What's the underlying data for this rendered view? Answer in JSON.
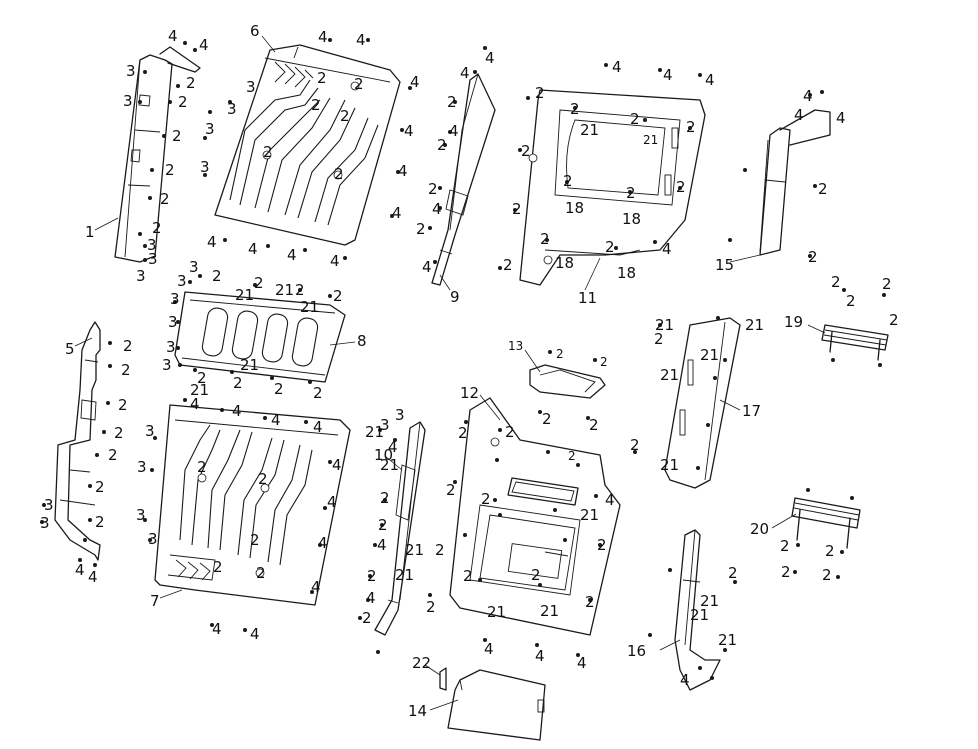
{
  "diagram": {
    "type": "exploded-parts-diagram",
    "line_color": "#1a1a1a",
    "background": "#ffffff",
    "part_numbers": [
      "1",
      "2",
      "3",
      "4",
      "5",
      "6",
      "7",
      "8",
      "9",
      "10",
      "11",
      "12",
      "13",
      "14",
      "15",
      "16",
      "17",
      "18",
      "19",
      "20",
      "21",
      "22"
    ],
    "callout_labels": [
      "4",
      "4",
      "4",
      "4",
      "4",
      "4",
      "4",
      "4",
      "4",
      "4",
      "4",
      "4",
      "4",
      "4",
      "4",
      "4",
      "4",
      "4",
      "4",
      "4",
      "4",
      "4",
      "4",
      "4",
      "4",
      "4",
      "4",
      "4",
      "4",
      "4",
      "4",
      "4",
      "4",
      "4",
      "4",
      "4",
      "4",
      "4",
      "4",
      "4",
      "4",
      "4",
      "4",
      "4",
      "3",
      "3",
      "3",
      "3",
      "3",
      "3",
      "3",
      "3",
      "3",
      "3",
      "3",
      "3",
      "3",
      "3",
      "3",
      "3",
      "3",
      "3",
      "3",
      "3",
      "3",
      "3",
      "3",
      "2",
      "2",
      "2",
      "2",
      "2",
      "2",
      "2",
      "2",
      "2",
      "2",
      "2",
      "2",
      "2",
      "2",
      "2",
      "2",
      "2",
      "2",
      "2",
      "2",
      "2",
      "2",
      "2",
      "2",
      "2",
      "2",
      "2",
      "2",
      "2",
      "2",
      "2",
      "2",
      "2",
      "2",
      "2",
      "2",
      "2",
      "2",
      "2",
      "2",
      "2",
      "2",
      "2",
      "2",
      "2",
      "2",
      "2",
      "2",
      "2",
      "2",
      "2",
      "2",
      "2",
      "2",
      "2",
      "2",
      "2",
      "2",
      "2",
      "2",
      "2",
      "2",
      "2",
      "2",
      "2",
      "2",
      "2",
      "2",
      "2",
      "2",
      "2",
      "2",
      "2",
      "2",
      "2",
      "2",
      "2",
      "2",
      "2",
      "2",
      "21",
      "21",
      "21",
      "21",
      "21",
      "21",
      "21",
      "21",
      "21",
      "21",
      "21",
      "21",
      "21",
      "21",
      "21",
      "21",
      "21",
      "21",
      "21",
      "21",
      "21",
      "21",
      "18",
      "18",
      "18",
      "18"
    ]
  }
}
